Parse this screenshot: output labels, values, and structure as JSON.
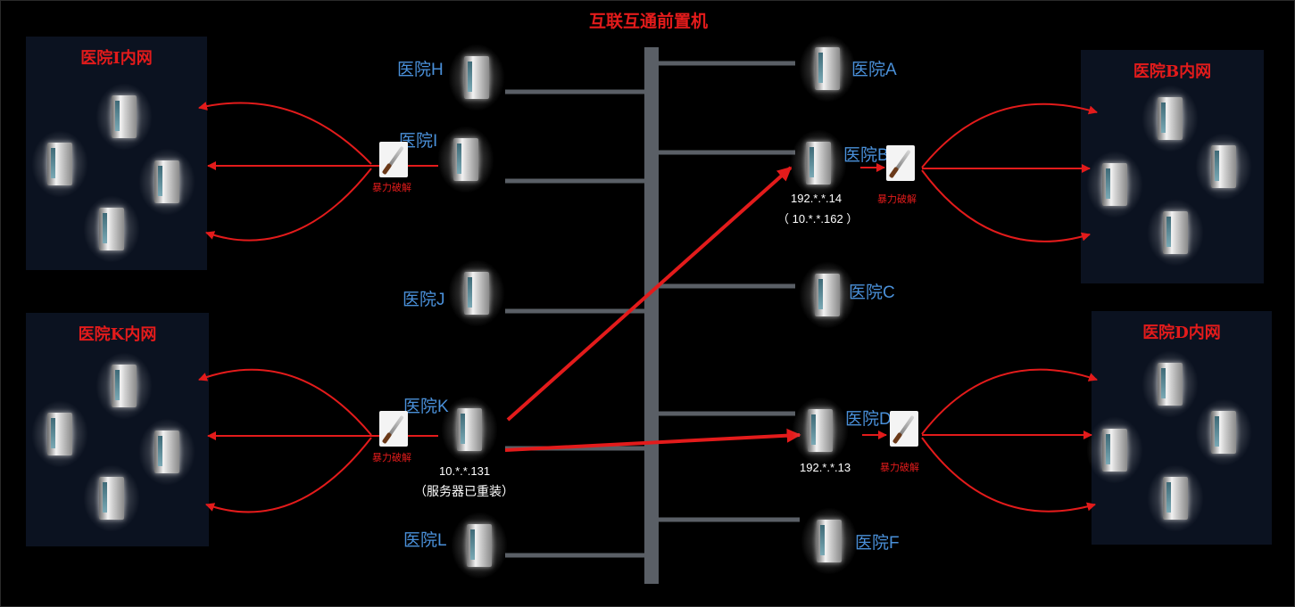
{
  "title": "互联互通前置机",
  "intranets": {
    "i": "医院I内网",
    "k": "医院K内网",
    "b": "医院B内网",
    "d": "医院D内网"
  },
  "hospitals": {
    "h": "医院H",
    "i": "医院I",
    "j": "医院J",
    "k": "医院K",
    "l": "医院L",
    "a": "医院A",
    "b": "医院B",
    "c": "医院C",
    "d": "医院D",
    "f": "医院F"
  },
  "ips": {
    "b_line1": "192.*.*.14",
    "b_line2": "（ 10.*.*.162 ）",
    "k_line1": "10.*.*.131",
    "k_line2": "（服务器已重装）",
    "d_line1": "192.*.*.13"
  },
  "attack_label": "暴力破解",
  "colors": {
    "attack": "#e31b1b",
    "bus": "#5a5f66",
    "hospital_label": "#4a90d9",
    "intranet_bg": "#0b1220"
  }
}
